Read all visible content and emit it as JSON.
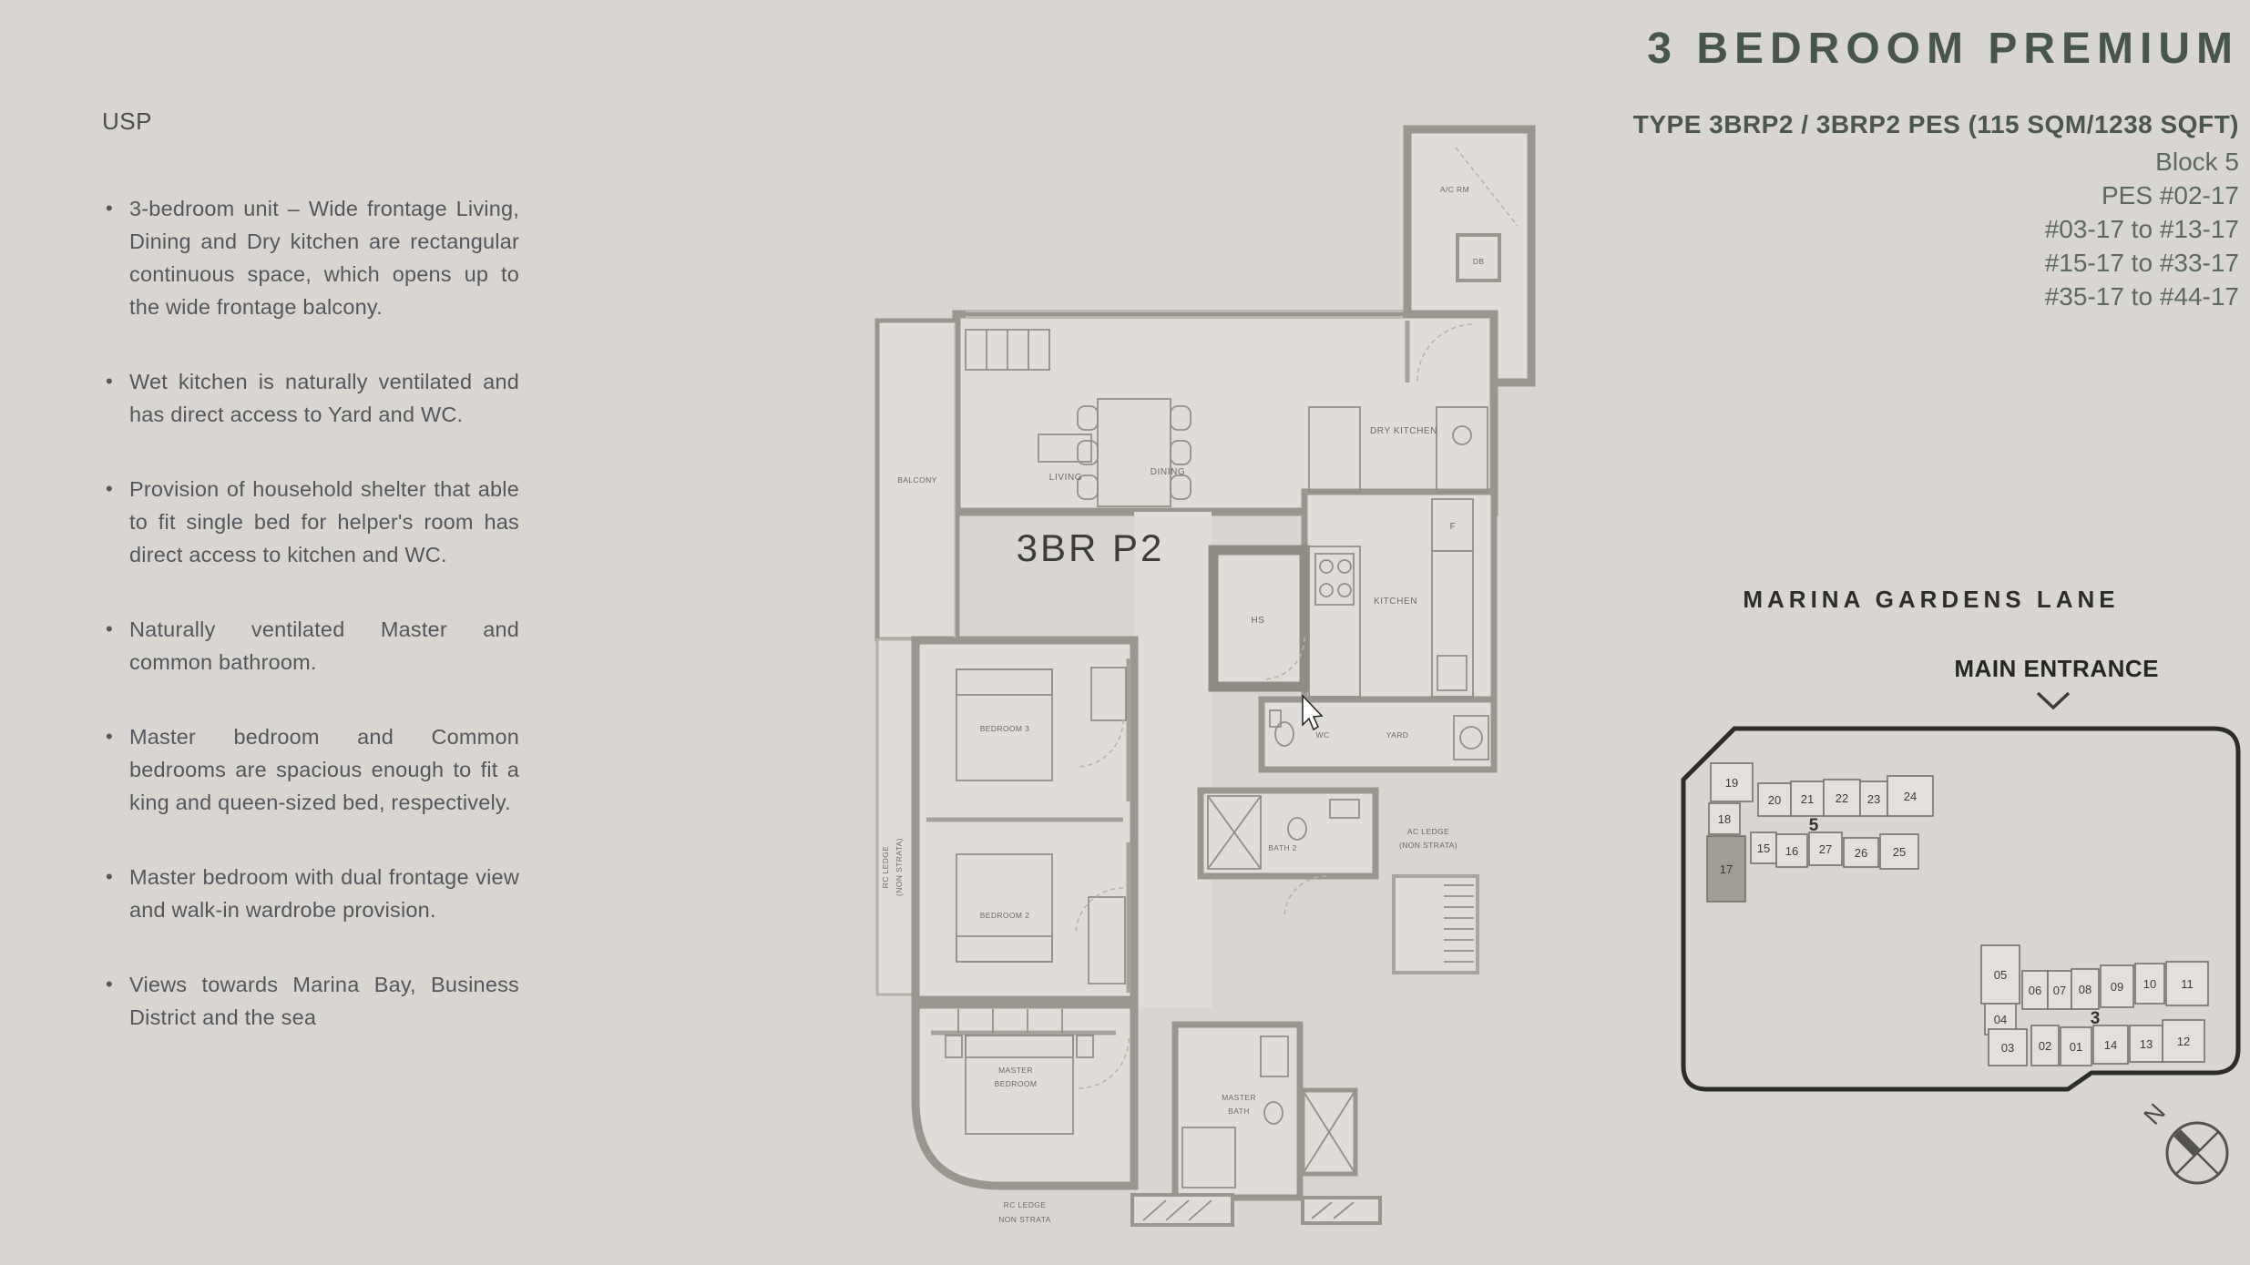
{
  "header": {
    "title": "3 BEDROOM PREMIUM",
    "type_line": "TYPE 3BRP2 / 3BRP2 PES (115 SQM/1238 SQFT)",
    "block_line": "Block 5",
    "pes_line": "PES #02-17",
    "range_line_1": "#03-17 to #13-17",
    "range_line_2": "#15-17 to #33-17",
    "range_line_3": "#35-17 to #44-17"
  },
  "usp": {
    "heading": "USP",
    "bullets": [
      "3-bedroom unit – Wide frontage Living, Dining and Dry kitchen are rectangular continuous space, which opens up to the wide frontage balcony.",
      "Wet kitchen is naturally ventilated and has direct access to Yard and WC.",
      "Provision of household shelter that able to fit single bed for helper's room has direct access to kitchen and WC.",
      "Naturally ventilated Master and common bathroom.",
      "Master bedroom and Common bedrooms are spacious enough to fit a king and queen-sized bed, respectively.",
      "Master bedroom with dual frontage view and walk-in wardrobe provision.",
      "Views towards Marina Bay, Business District and the sea"
    ]
  },
  "floor_plan": {
    "unit_label": "3BR P2",
    "rooms": {
      "balcony": "BALCONY",
      "living": "LIVING",
      "dining": "DINING",
      "dry_kitchen": "DRY KITCHEN",
      "kitchen": "KITCHEN",
      "hs": "HS",
      "fridge": "F",
      "wc": "WC",
      "yard": "YARD",
      "bath2": "BATH 2",
      "ac_ledge_1": "AC LEDGE",
      "ac_ledge_2": "(NON STRATA)",
      "bedroom3": "BEDROOM 3",
      "bedroom2": "BEDROOM 2",
      "master_1": "MASTER",
      "master_2": "BEDROOM",
      "master_bath_1": "MASTER",
      "master_bath_2": "BATH",
      "rc_ledge_bottom_1": "RC LEDGE",
      "rc_ledge_bottom_2": "NON STRATA",
      "rc_ledge_side_1": "RC LEDGE",
      "rc_ledge_side_2": "(NON STRATA)",
      "ac_rm": "A/C RM",
      "db": "DB"
    }
  },
  "location": {
    "street": "MARINA GARDENS LANE",
    "entrance": "MAIN ENTRANCE"
  },
  "site_plan": {
    "block5": {
      "label": "5",
      "units": [
        "19",
        "20",
        "21",
        "22",
        "23",
        "24",
        "18",
        "15",
        "16",
        "27",
        "26",
        "25",
        "17"
      ]
    },
    "block3": {
      "label": "3",
      "units": [
        "05",
        "06",
        "07",
        "08",
        "09",
        "10",
        "11",
        "04",
        "03",
        "02",
        "01",
        "14",
        "13",
        "12"
      ]
    },
    "highlighted_unit": "17",
    "compass_n": "N"
  },
  "colors": {
    "accent_title": "#48544e",
    "wall": "#9a968f",
    "highlight_unit_fill": "#a19d96"
  }
}
